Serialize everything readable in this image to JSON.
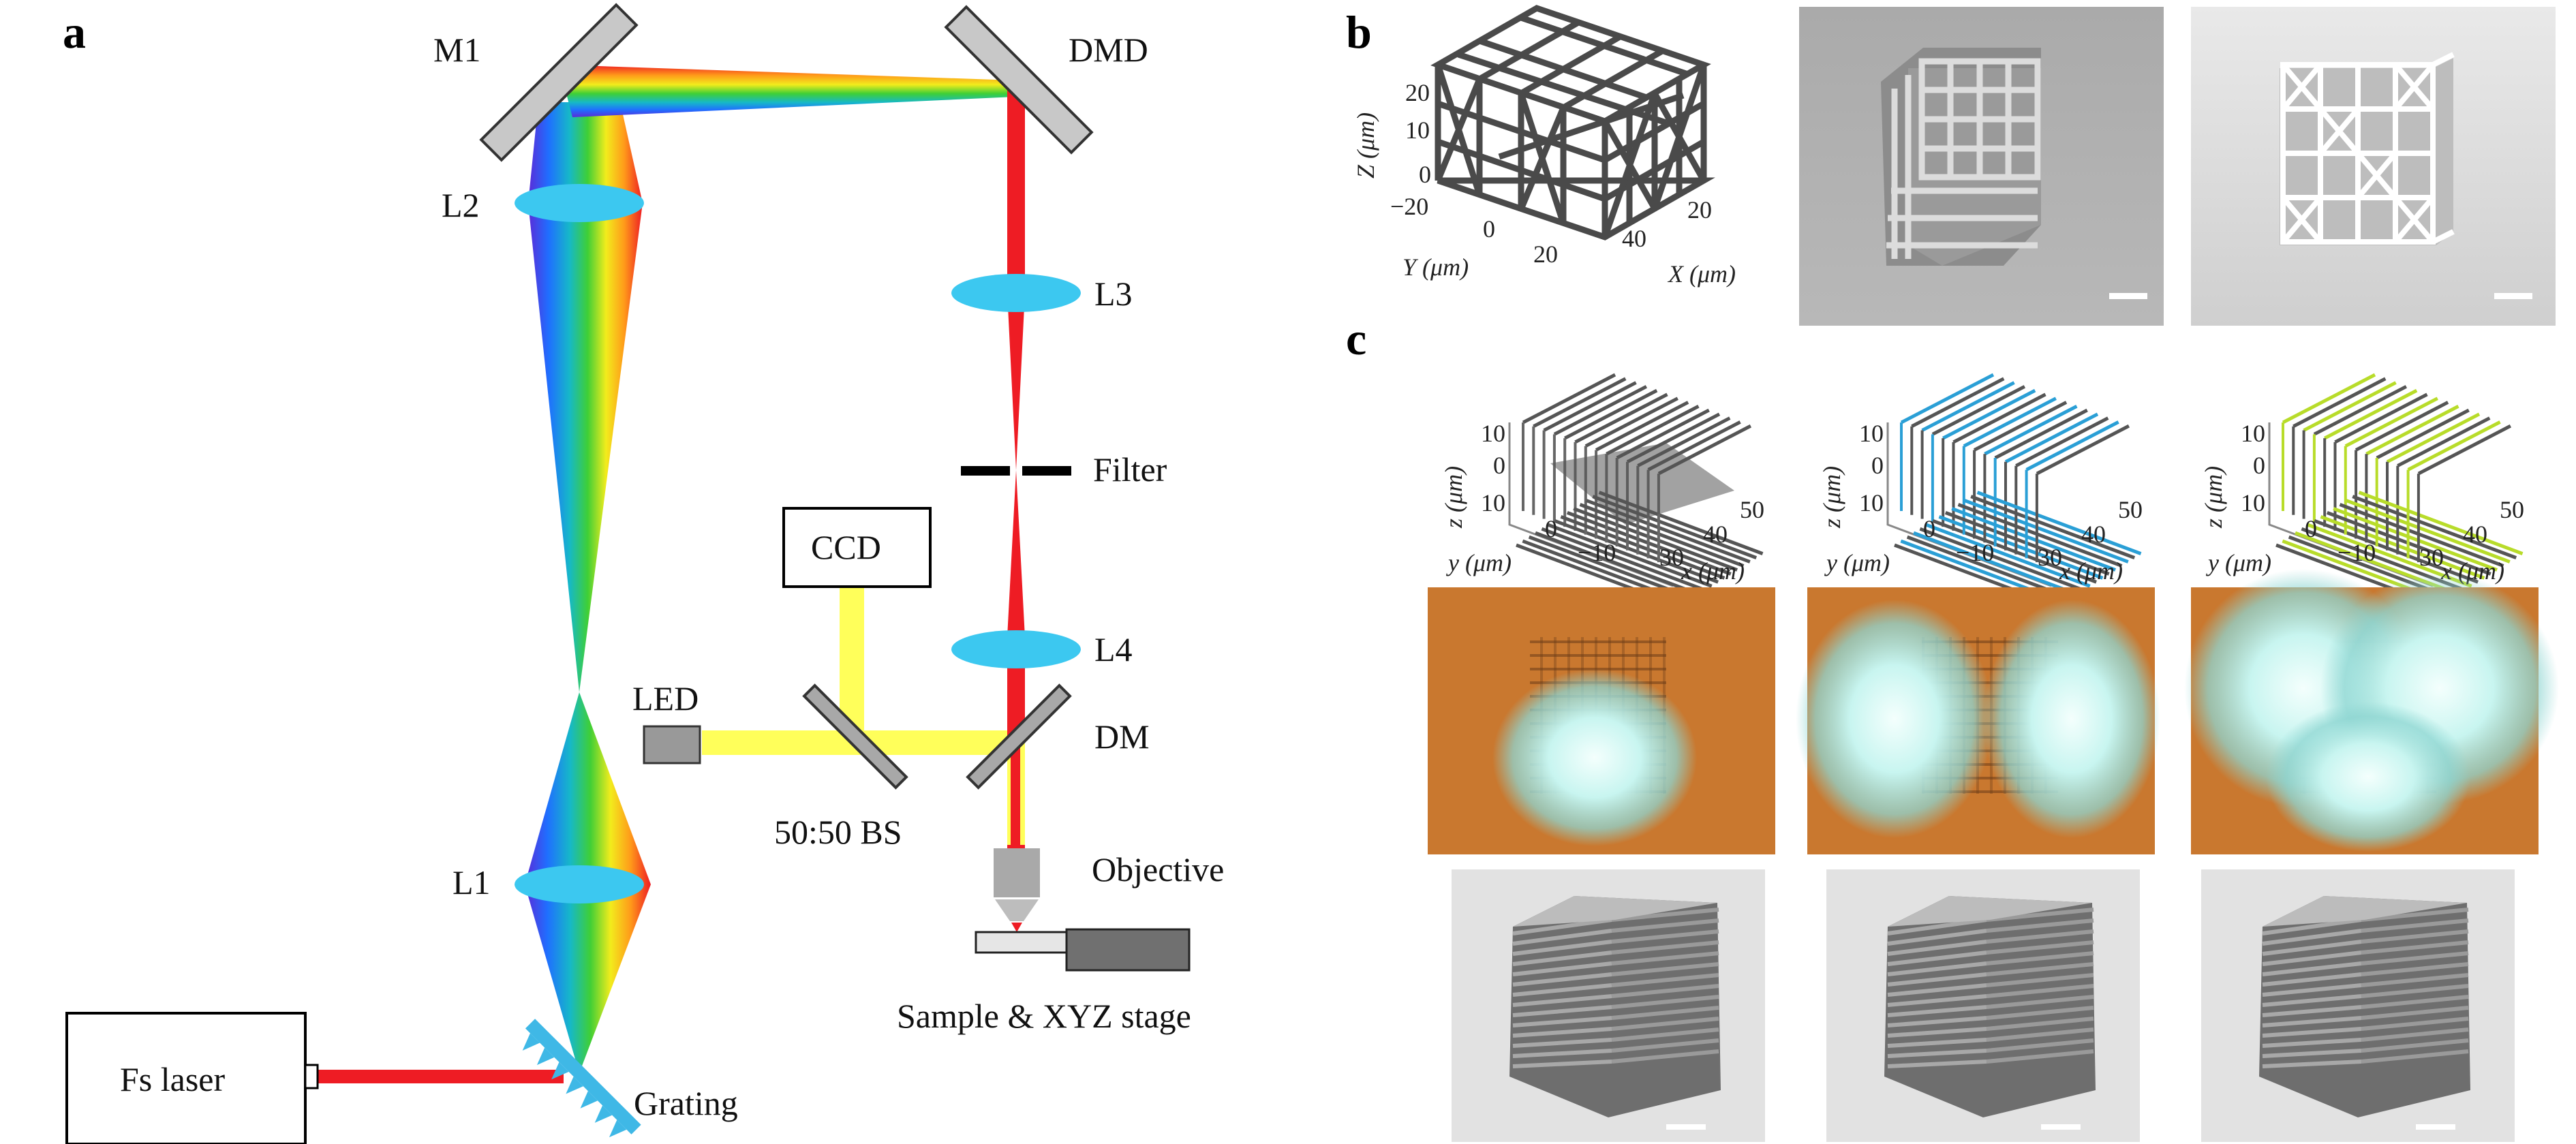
{
  "panels": {
    "a": "a",
    "b": "b",
    "c": "c"
  },
  "setup": {
    "components": {
      "m1": "M1",
      "dmd": "DMD",
      "l2": "L2",
      "l3": "L3",
      "filter": "Filter",
      "ccd": "CCD",
      "l4": "L4",
      "led": "LED",
      "dm": "DM",
      "bs": "50:50 BS",
      "l1": "L1",
      "objective": "Objective",
      "stage": "Sample & XYZ stage",
      "laser": "Fs laser",
      "grating": "Grating"
    },
    "colors": {
      "laser_beam": "#ee1c24",
      "led_beam": "#ffff5a",
      "lens": "#3cc8f0",
      "mirror": "#c8c8c8"
    }
  },
  "panel_b": {
    "z_axis": "Z (μm)",
    "x_axis": "X (μm)",
    "y_axis": "Y (μm)",
    "z_ticks": [
      "20",
      "10",
      "0",
      "−20"
    ],
    "y_ticks": [
      "0",
      "20"
    ],
    "x_ticks": [
      "20",
      "40"
    ]
  },
  "panel_c": {
    "z_axis": "z (μm)",
    "y_axis": "y (μm)",
    "x_axis": "x (μm)",
    "z_ticks": [
      "10",
      "0"
    ],
    "y_ticks": [
      "10",
      "0",
      "−10"
    ],
    "x_ticks": [
      "30",
      "40",
      "50"
    ],
    "lattice_colors": [
      "#555555",
      "#2a9fd6",
      "#b8dc2a"
    ],
    "optical_background": "#c9782f",
    "spot_color": "#bff3ee"
  }
}
